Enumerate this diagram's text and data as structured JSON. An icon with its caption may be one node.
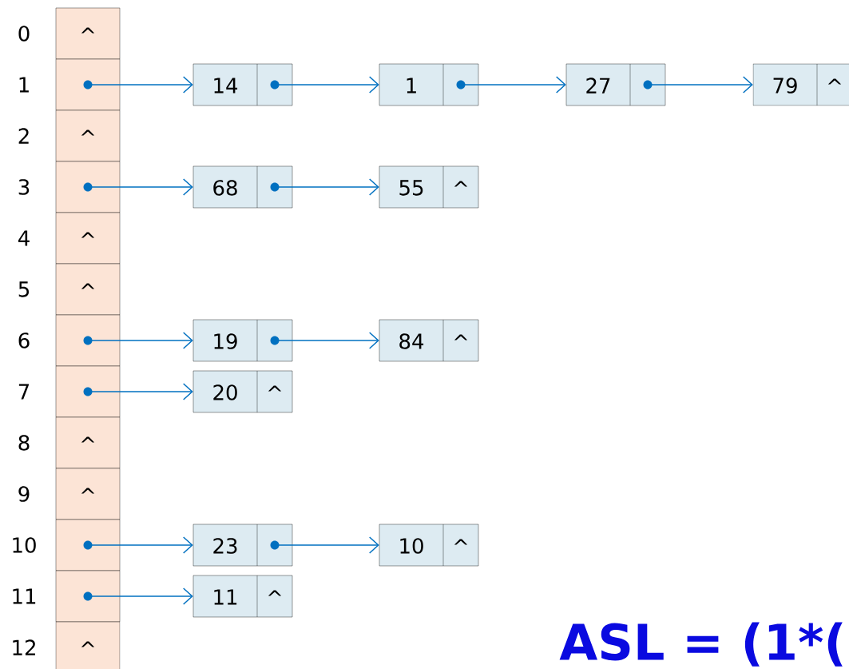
{
  "diagram": {
    "nodes": [
      {
        "text": [
          "^"
        ]
      },
      {
        "text": [],
        "shape": "box"
      },
      {
        "text": [
          "^"
        ]
      },
      {
        "text": [],
        "shape": "box"
      },
      {
        "text": [
          "^"
        ]
      },
      {
        "text": [
          "^"
        ]
      },
      {
        "text": [],
        "shape": "box"
      },
      {
        "text": [],
        "shape": "box"
      },
      {
        "text": [
          "^"
        ]
      },
      {
        "text": [
          "^"
        ]
      },
      {
        "text": [],
        "shape": "box"
      },
      {
        "text": [],
        "shape": "box"
      },
      {
        "text": [
          "^"
        ]
      },
      {
        "text": [
          "14"
        ]
      },
      {
        "text": [
          "1"
        ]
      },
      {
        "text": [
          "27"
        ]
      },
      {
        "text": [
          "79",
          "^"
        ]
      },
      {
        "text": [
          "68"
        ]
      },
      {
        "text": [
          "55",
          "^"
        ]
      },
      {
        "text": [
          "19"
        ]
      },
      {
        "text": [
          "84",
          "^"
        ]
      },
      {
        "text": [
          "20",
          "^"
        ]
      },
      {
        "text": [
          "23"
        ]
      },
      {
        "text": [
          "10",
          "^"
        ]
      },
      {
        "text": [
          "11",
          "^"
        ]
      }
    ],
    "edges": [
      {
        "from": 1,
        "to": 13,
        "arrow": "to"
      },
      {
        "from": 13,
        "to": 14,
        "arrow": "to"
      },
      {
        "from": 14,
        "to": 15,
        "arrow": "to"
      },
      {
        "from": 15,
        "to": 16,
        "arrow": "to"
      },
      {
        "from": 3,
        "to": 17,
        "arrow": "to"
      },
      {
        "from": 17,
        "to": 18,
        "arrow": "to"
      },
      {
        "from": 6,
        "to": 19,
        "arrow": "to"
      },
      {
        "from": 19,
        "to": 20,
        "arrow": "to"
      },
      {
        "from": 7,
        "to": 21,
        "arrow": "to"
      },
      {
        "from": 10,
        "to": 22,
        "arrow": "to"
      },
      {
        "from": 22,
        "to": 23,
        "arrow": "to"
      },
      {
        "from": 11,
        "to": 24,
        "arrow": "to"
      }
    ],
    "labels": [
      "0",
      "1",
      "2",
      "3",
      "4",
      "5",
      "6",
      "7",
      "8",
      "9",
      "10",
      "11",
      "12",
      "ASL = (1*("
    ]
  }
}
